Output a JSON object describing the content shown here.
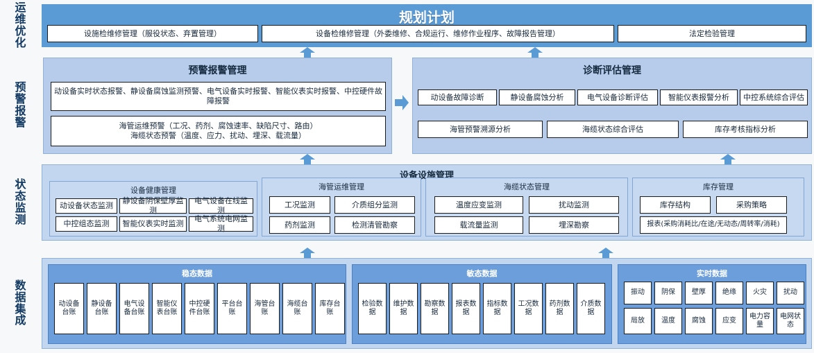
{
  "rail": {
    "items": [
      {
        "label": "运维优化"
      },
      {
        "label": "预警报警"
      },
      {
        "label": "状态监测"
      },
      {
        "label": "数据集成"
      }
    ]
  },
  "planning": {
    "title": "规划计划",
    "boxes": [
      {
        "label": "设施检维修管理（服役状态、弃置管理）"
      },
      {
        "label": "设备检维修管理（外委维修、合规运行、维修作业程序、故障报告管理）"
      },
      {
        "label": "法定检验管理"
      }
    ]
  },
  "alarm": {
    "title": "预警报警管理",
    "boxes": [
      {
        "label": "动设备实时状态报警、静设备腐蚀监测预警、电气设备实时报警、智能仪表实时报警、中控硬件故障报警"
      },
      {
        "label": "海管运维预警（工况、药剂、腐蚀速率、缺陷尺寸、路由）\n海缆状态预警（温度、应力、扰动、埋深、载流量）"
      }
    ]
  },
  "diagnosis": {
    "title": "诊断评估管理",
    "row1": [
      {
        "label": "动设备故障诊断"
      },
      {
        "label": "静设备腐蚀分析"
      },
      {
        "label": "电气设备诊断评估"
      },
      {
        "label": "智能仪表报警分析"
      },
      {
        "label": "中控系统综合评估"
      }
    ],
    "row2": [
      {
        "label": "海管预警溯源分析"
      },
      {
        "label": "海缆状态综合评估"
      },
      {
        "label": "库存考核指标分析"
      }
    ]
  },
  "equipment": {
    "title": "设备设施管理",
    "groups": [
      {
        "title": "设备健康管理",
        "items": [
          "动设备状态监测",
          "静设备阴保壁厚监测",
          "电气设备在线监测",
          "中控组态监测",
          "智能仪表实时监测",
          "电气系统电网监测"
        ]
      },
      {
        "title": "海管运维管理",
        "items": [
          "工况监测",
          "介质组分监测",
          "药剂监测",
          "检测清管勘察"
        ]
      },
      {
        "title": "海缆状态管理",
        "items": [
          "温度应变监测",
          "扰动监测",
          "载流量监测",
          "埋深勘察"
        ]
      },
      {
        "title": "库存管理",
        "items": [
          "库存结构",
          "采购策略",
          "报表(采购消耗比/在途/无动态/周转率/消耗)"
        ]
      }
    ]
  },
  "data_integration": {
    "panels": [
      {
        "title": "稳态数据",
        "items": [
          "动设备台账",
          "静设备台账",
          "电气设备台账",
          "智能仪表台账",
          "中控硬件台账",
          "平台台账",
          "海管台账",
          "海缆台账",
          "库存台账"
        ]
      },
      {
        "title": "敏态数据",
        "items": [
          "检验数据",
          "维护数据",
          "勘察数据",
          "报表数据",
          "指标数据",
          "工况数据",
          "药剂数据",
          "介质数据"
        ]
      },
      {
        "title": "实时数据",
        "items": [
          "振动",
          "阴保",
          "壁厚",
          "绝缘",
          "火灾",
          "扰动",
          "局放",
          "温度",
          "腐蚀",
          "应变",
          "电力容量",
          "电网状态"
        ]
      }
    ]
  },
  "colors": {
    "header_blue": "#5b9bd5",
    "panel_blue": "#b6ccea",
    "section_blue": "#c3d6ef",
    "data_blue": "#6b9edb",
    "arrow_blue": "#5b9bd5",
    "text_dark": "#17293d"
  }
}
